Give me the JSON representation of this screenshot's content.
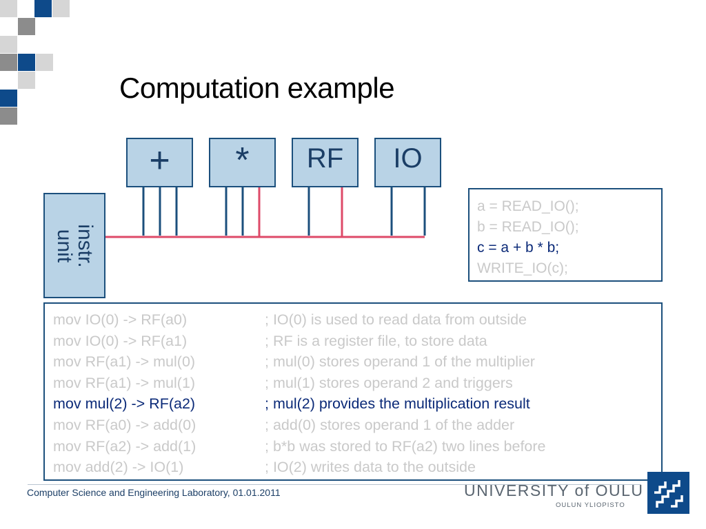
{
  "slide": {
    "title": "Computation example",
    "colors": {
      "unit_fill": "#b9d3e6",
      "unit_border": "#1b4f7c",
      "bus_red": "#de4a68",
      "dim_text": "#c9c9c9",
      "highlight_text": "#0b2a78"
    }
  },
  "units": {
    "add": "+",
    "mul": "*",
    "rf": "RF",
    "io": "IO",
    "instr": [
      "instr.",
      "unit"
    ]
  },
  "code": {
    "lines": [
      {
        "text": "a = READ_IO();",
        "highlight": false
      },
      {
        "text": "b = READ_IO();",
        "highlight": false
      },
      {
        "text": "c = a + b * b;",
        "highlight": true
      },
      {
        "text": "WRITE_IO(c);",
        "highlight": false
      }
    ]
  },
  "asm": {
    "rows": [
      {
        "instr": "mov IO(0) -> RF(a0)",
        "comment": "; IO(0) is used to read data from outside",
        "highlight": false
      },
      {
        "instr": "mov IO(0) -> RF(a1)",
        "comment": "; RF is a register file, to store data",
        "highlight": false
      },
      {
        "instr": "mov RF(a1) -> mul(0)",
        "comment": "; mul(0) stores operand 1 of the multiplier",
        "highlight": false
      },
      {
        "instr": "mov RF(a1) -> mul(1)",
        "comment": "; mul(1) stores operand 2 and triggers",
        "highlight": false
      },
      {
        "instr": "mov mul(2) -> RF(a2)",
        "comment": "; mul(2) provides the multiplication result",
        "highlight": true
      },
      {
        "instr": "mov RF(a0) -> add(0)",
        "comment": "; add(0) stores operand 1 of the adder",
        "highlight": false
      },
      {
        "instr": "mov RF(a2) -> add(1)",
        "comment": "; b*b was stored to RF(a2) two lines before",
        "highlight": false
      },
      {
        "instr": "mov add(2) -> IO(1)",
        "comment": "; IO(2) writes data to the outside",
        "highlight": false
      }
    ]
  },
  "footer": {
    "text": "Computer Science and Engineering Laboratory, 01.01.2011",
    "university": "UNIVERSITY of OULU",
    "university_sub": "OULUN YLIOPISTO"
  }
}
